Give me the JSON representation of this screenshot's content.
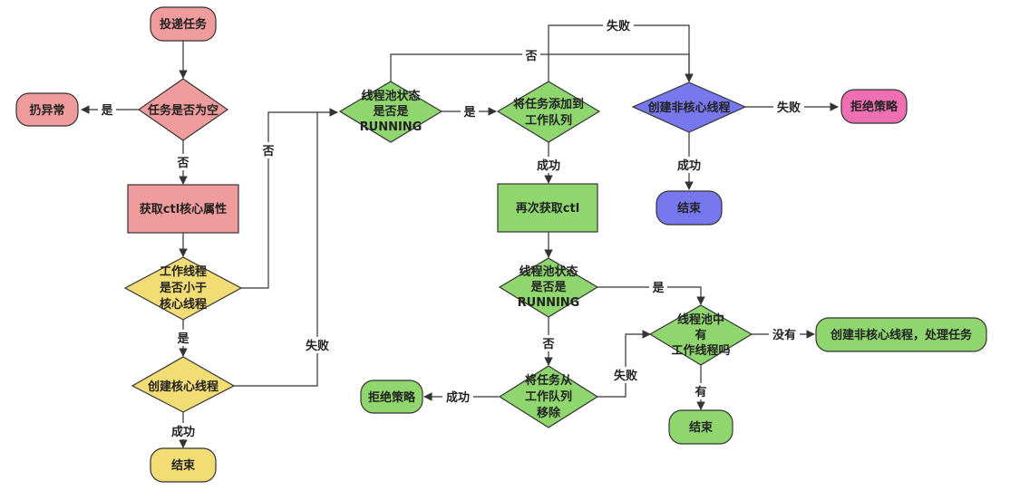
{
  "colors": {
    "red": "#f19c9c",
    "yellow": "#f2dc74",
    "green": "#8fd66e",
    "blue": "#7777ee",
    "pink": "#ee6fb2",
    "stroke": "#333333"
  },
  "nodes": {
    "submit": "投递任务",
    "task_null": "任务是否为空",
    "throw": "扔异常",
    "get_ctl": "获取ctl核心属性",
    "worker_lt_core": [
      "工作线程",
      "是否小于",
      "核心线程"
    ],
    "create_core": "创建核心线程",
    "end_yellow": "结束",
    "pool_running": [
      "线程池状态",
      "是否是",
      "RUNNING"
    ],
    "add_queue": [
      "将任务添加到",
      "工作队列"
    ],
    "create_noncore": "创建非核心线程",
    "reject_top": "拒绝策略",
    "end_blue": "结束",
    "get_ctl_again": "再次获取ctl",
    "pool_running2": [
      "线程池状态",
      "是否是",
      "RUNNING"
    ],
    "remove_task": [
      "将任务从",
      "工作队列",
      "移除"
    ],
    "reject_bottom": "拒绝策略",
    "has_worker": [
      "线程池中",
      "有",
      "工作线程吗"
    ],
    "create_noncore_process": "创建非核心线程，处理任务",
    "end_green": "结束"
  },
  "edges": {
    "yes_throw": "是",
    "no_get_ctl": "否",
    "no_to_running": "否",
    "yes_create_core": "是",
    "fail_create_core": "失败",
    "success_end": "成功",
    "yes_add_queue": "是",
    "no_top": "否",
    "fail_top": "失败",
    "fail_reject": "失败",
    "success_blue_end": "成功",
    "success_get_again": "成功",
    "yes_has_worker": "是",
    "no_remove": "否",
    "success_reject": "成功",
    "fail_remove": "失败",
    "none_create": "没有",
    "yes_end_green": "有"
  }
}
